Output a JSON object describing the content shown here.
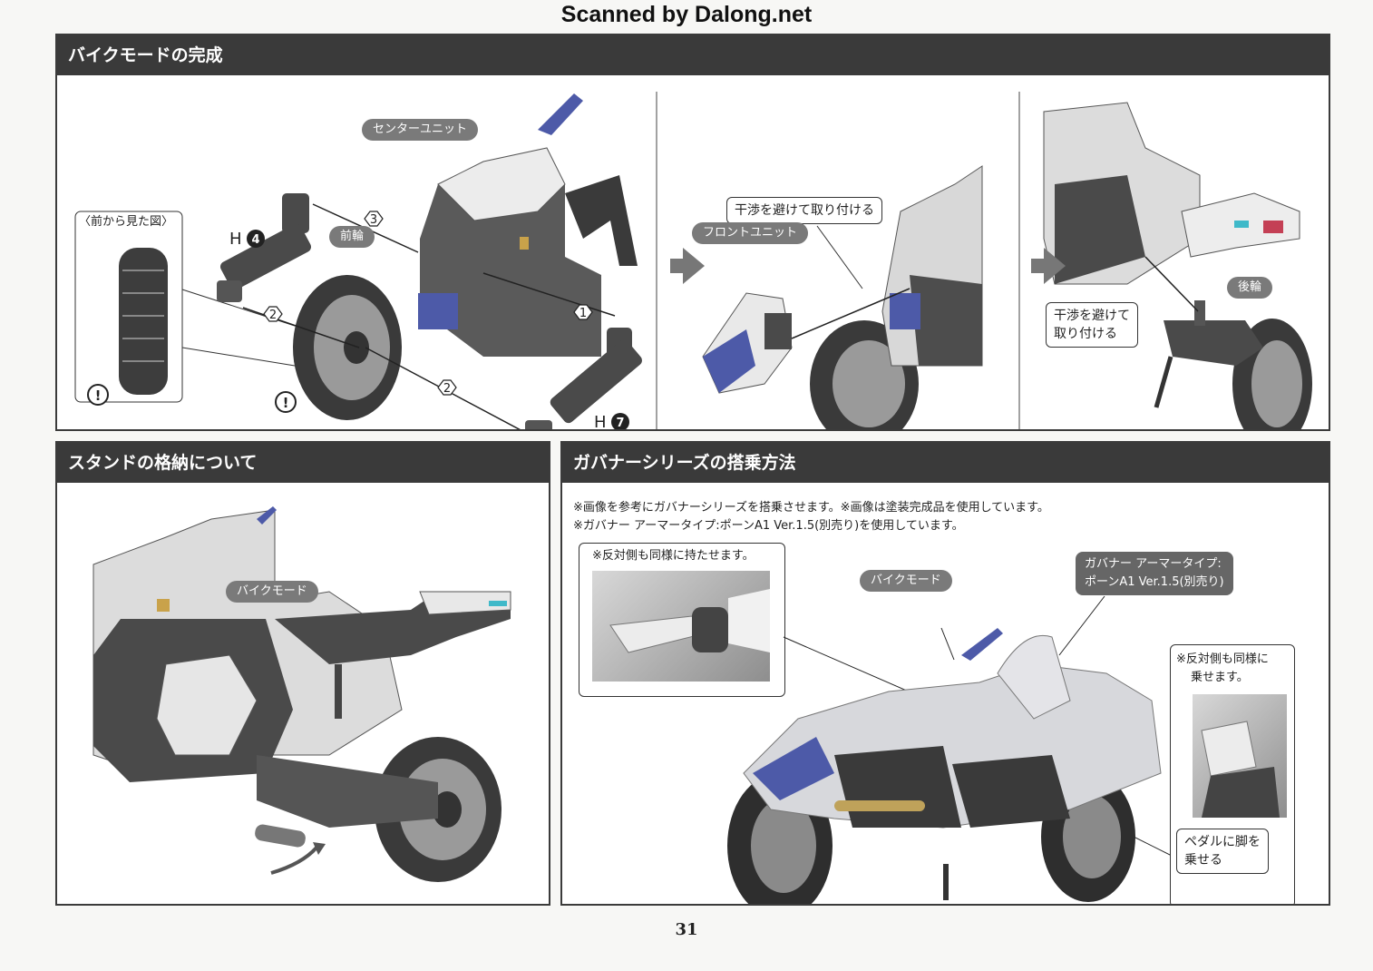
{
  "watermark": "Scanned by Dalong.net",
  "panel_bike": {
    "title": "バイクモードの完成",
    "labels": {
      "center_unit": "センターユニット",
      "front_view": "〈前から見た図〉",
      "front_wheel": "前輪",
      "h4": "H",
      "h7": "H",
      "h4_num": "4",
      "h7_num": "7",
      "step1": "1",
      "step2a": "2",
      "step2b": "2",
      "step3": "3",
      "warn": "!",
      "avoid_callout": "干渉を避けて取り付ける",
      "front_unit": "フロントユニット",
      "avoid_callout2_line1": "干渉を避けて",
      "avoid_callout2_line2": "取り付ける",
      "rear_wheel": "後輪"
    }
  },
  "panel_stand": {
    "title": "スタンドの格納について",
    "bike_mode": "バイクモード"
  },
  "panel_ride": {
    "title": "ガバナーシリーズの搭乗方法",
    "note1": "※画像を参考にガバナーシリーズを搭乗させます。※画像は塗装完成品を使用しています。",
    "note2": "※ガバナー アーマータイプ:ポーンA1 Ver.1.5(別売り)を使用しています。",
    "hold_note": "※反対側も同様に持たせます。",
    "bike_mode": "バイクモード",
    "armor_line1": "ガバナー アーマータイプ:",
    "armor_line2": "ポーンA1 Ver.1.5(別売り)",
    "ride_note_line1": "※反対側も同様に",
    "ride_note_line2": "乗せます。",
    "pedal_line1": "ペダルに脚を",
    "pedal_line2": "乗せる"
  },
  "page_number": "31",
  "colors": {
    "header_bg": "#3a3a3a",
    "accent_blue": "#4d5aa8",
    "part_gray": "#4a4a4a"
  }
}
